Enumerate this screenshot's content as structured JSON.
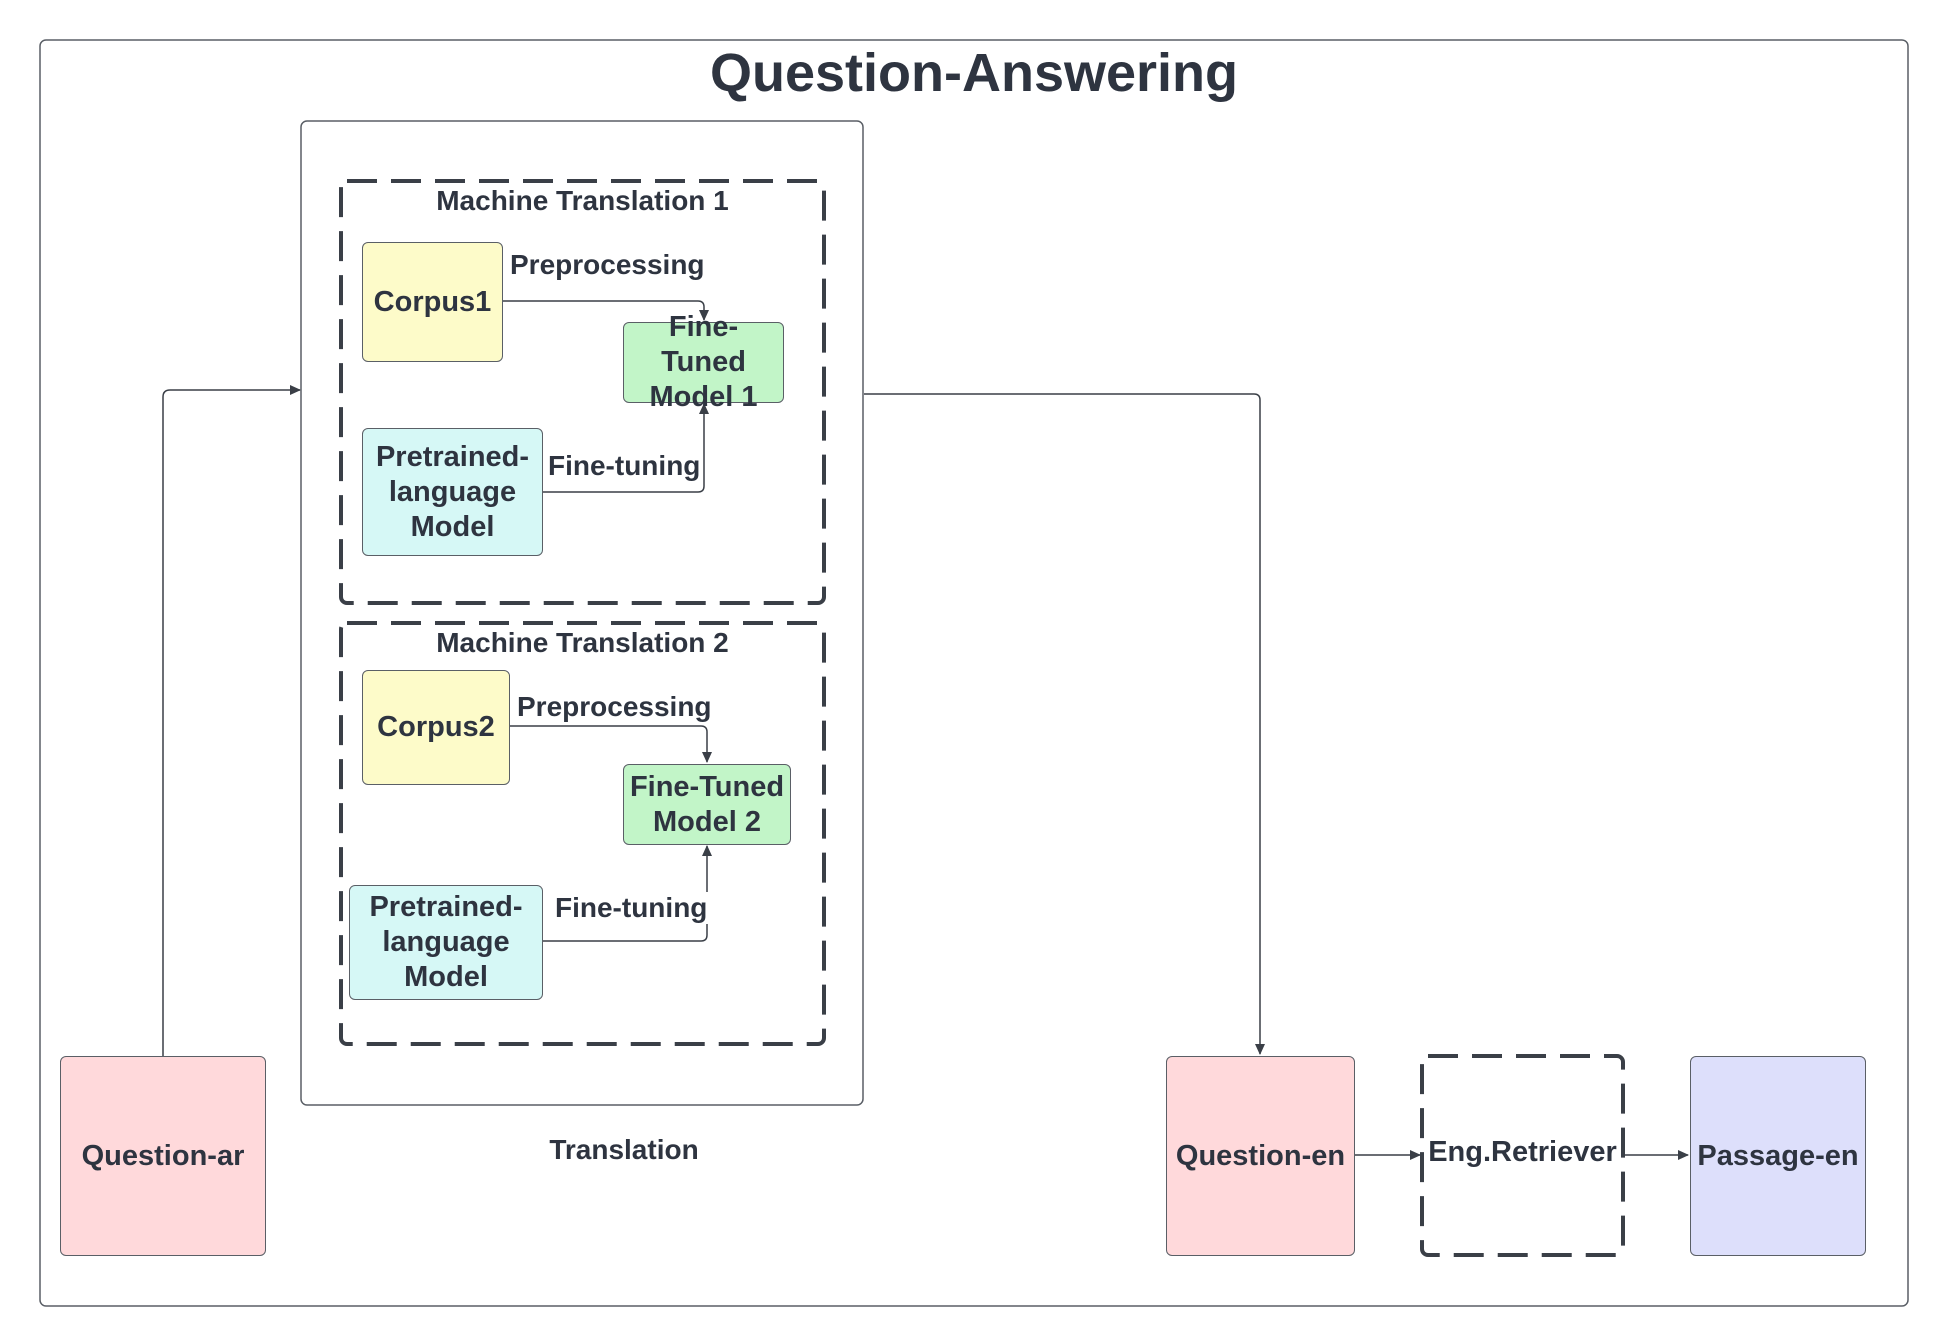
{
  "title": "Question-Answering",
  "translation_label": "Translation",
  "mt1": {
    "label": "Machine Translation 1",
    "corpus": "Corpus1",
    "preprocessing": "Preprocessing",
    "finetuned": "Fine-Tuned Model 1",
    "pretrained": "Pretrained-language Model",
    "finetuning": "Fine-tuning"
  },
  "mt2": {
    "label": "Machine Translation 2",
    "corpus": "Corpus2",
    "preprocessing": "Preprocessing",
    "finetuned": "Fine-Tuned Model 2",
    "pretrained": "Pretrained-language Model",
    "finetuning": "Fine-tuning"
  },
  "nodes": {
    "question_ar": "Question-ar",
    "question_en": "Question-en",
    "retriever": "Eng.Retriever",
    "passage_en": "Passage-en"
  },
  "colors": {
    "corpus": "#fdfbc9",
    "finetuned": "#c2f5c8",
    "pretrained": "#d6f8f6",
    "question": "#ffd9db",
    "passage": "#dddffb",
    "stroke": "#3a3f47"
  }
}
